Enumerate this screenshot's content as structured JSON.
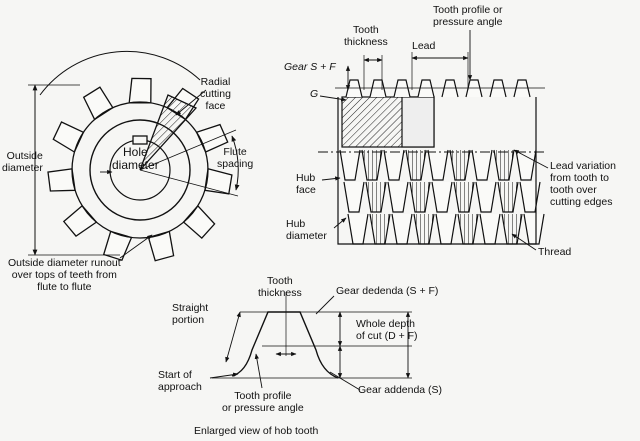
{
  "labels": {
    "outside_diameter_1": "Outside",
    "outside_diameter_2": "diameter",
    "radial_face_1": "Radial",
    "radial_face_2": "cutting",
    "radial_face_3": "face",
    "hole_1": "Hole",
    "hole_2": "diameter",
    "flute_1": "Flute",
    "flute_2": "spacing",
    "runout_1": "Outside diameter runout",
    "runout_2": "over tops of teeth from",
    "runout_3": "flute to flute",
    "tooth_thickness_1": "Tooth",
    "tooth_thickness_2": "thickness",
    "lead": "Lead",
    "profile_top_1": "Tooth profile or",
    "profile_top_2": "pressure angle",
    "gear_sf": "Gear S + F",
    "g": "G",
    "hub_face_1": "Hub",
    "hub_face_2": "face",
    "hub_dia_1": "Hub",
    "hub_dia_2": "diameter",
    "lead_var_1": "Lead variation",
    "lead_var_2": "from tooth to",
    "lead_var_3": "tooth over",
    "lead_var_4": "cutting edges",
    "thread": "Thread",
    "enl_thickness_1": "Tooth",
    "enl_thickness_2": "thickness",
    "dedenda": "Gear dedenda (S + F)",
    "straight_1": "Straight",
    "straight_2": "portion",
    "whole_depth_1": "Whole depth",
    "whole_depth_2": "of cut (D + F)",
    "start_1": "Start of",
    "start_2": "approach",
    "enl_profile_1": "Tooth profile",
    "enl_profile_2": "or pressure angle",
    "addenda": "Gear addenda (S)",
    "caption": "Enlarged view of hob tooth"
  }
}
